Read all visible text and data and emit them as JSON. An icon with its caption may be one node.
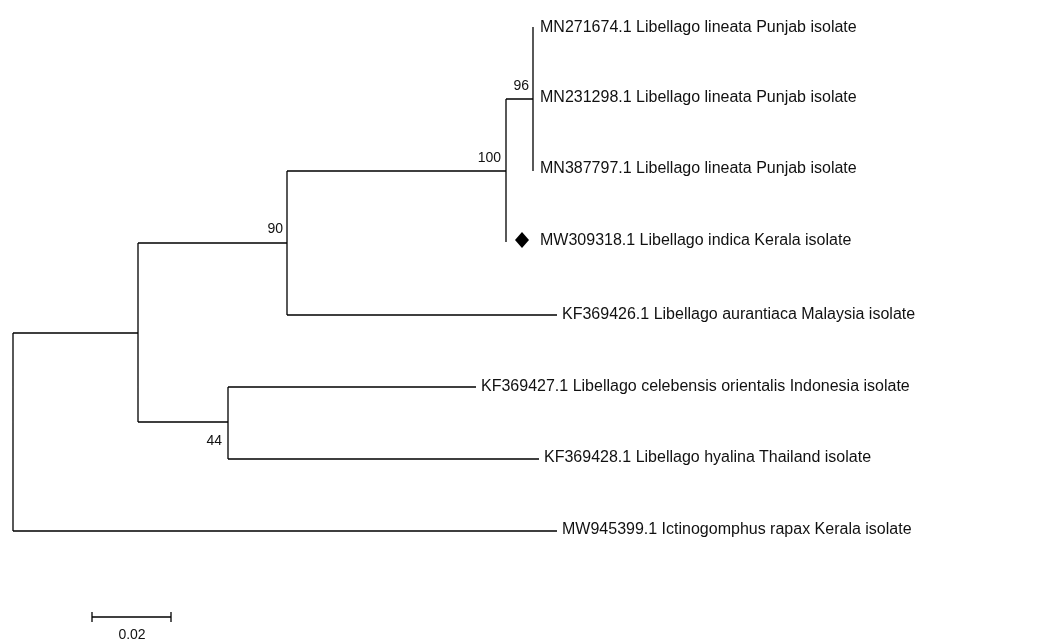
{
  "diagram": {
    "labels": [
      "MN271674.1 Libellago lineata Punjab isolate",
      "96",
      "MN231298.1 Libellago lineata Punjab isolate",
      "100",
      "MN387797.1 Libellago lineata Punjab isolate",
      "90",
      "MW309318.1 Libellago indica Kerala isolate",
      "KF369426.1 Libellago aurantiaca Malaysia isolate",
      "KF369427.1 Libellago celebensis orientalis Indonesia isolate",
      "44",
      "KF369428.1 Libellago hyalina Thailand isolate",
      "MW945399.1 Ictinogomphus rapax Kerala isolate",
      "0.02"
    ]
  }
}
